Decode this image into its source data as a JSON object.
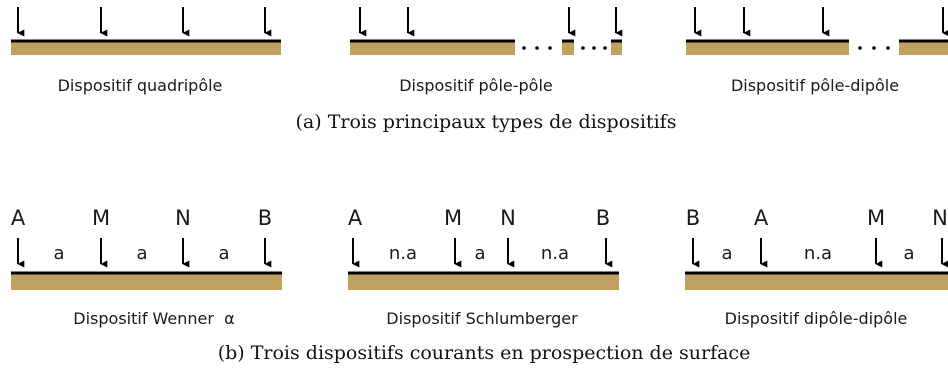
{
  "colors": {
    "ground": "#c0a160",
    "line": "#000000",
    "text": "#1a1a1a"
  },
  "caption_a": "(a) Trois principaux types de dispositifs",
  "caption_b": "(b) Trois dispositifs courants en prospection de surface",
  "types": [
    {
      "name": "Dispositif quadripôle"
    },
    {
      "name": "Dispositif pôle-pôle"
    },
    {
      "name": "Dispositif pôle-dipôle"
    }
  ],
  "arrays": [
    {
      "name": "Dispositif Wenner  α",
      "electrodes": [
        "A",
        "M",
        "N",
        "B"
      ],
      "spacings": [
        "a",
        "a",
        "a"
      ]
    },
    {
      "name": "Dispositif Schlumberger",
      "electrodes": [
        "A",
        "M",
        "N",
        "B"
      ],
      "spacings": [
        "n.a",
        "a",
        "n.a"
      ]
    },
    {
      "name": "Dispositif dipôle-dipôle",
      "electrodes": [
        "B",
        "A",
        "M",
        "N"
      ],
      "spacings": [
        "a",
        "n.a",
        "a"
      ]
    }
  ]
}
